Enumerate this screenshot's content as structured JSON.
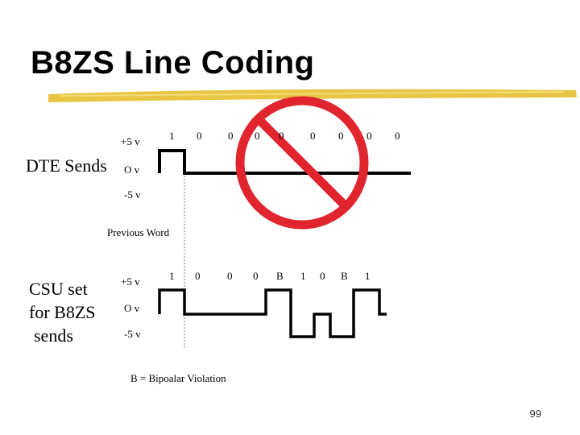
{
  "slide": {
    "title": "B8ZS Line Coding",
    "page_number": "99",
    "accent_color": "#e8c23a",
    "prohibition_color": "#e0252e"
  },
  "dte": {
    "label": "DTE Sends",
    "plus": "+5 v",
    "zero": "O v",
    "minus": "-5 v",
    "bits": [
      "1",
      "0",
      "0",
      "0",
      "0",
      "0",
      "0",
      "0",
      "0"
    ]
  },
  "previous_word": "Previous Word",
  "csu": {
    "label_line1": "CSU set",
    "label_line2": "for B8ZS",
    "label_line3": "sends",
    "plus": "+5 v",
    "zero": "O v",
    "minus": "-5 v",
    "bits": [
      "1",
      "0",
      "0",
      "0",
      "B",
      "1",
      "0",
      "B",
      "1"
    ]
  },
  "legend": "B = Bipoalar Violation",
  "icons": {
    "prohibition": "no-sign-icon",
    "title_underline": "brush-stroke-underline"
  }
}
